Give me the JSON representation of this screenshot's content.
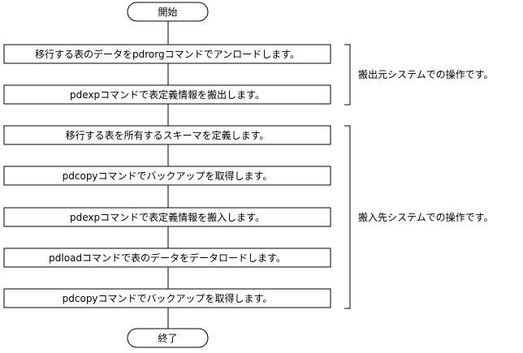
{
  "flow": {
    "start": "開始",
    "end": "終了",
    "steps": [
      "移行する表のデータをpdrorgコマンドでアンロードします。",
      "pdexpコマンドで表定義情報を搬出します。",
      "移行する表を所有するスキーマを定義します。",
      "pdcopyコマンドでバックアップを取得します。",
      "pdexpコマンドで表定義情報を搬入します。",
      "pdloadコマンドで表のデータをデータロードします。",
      "pdcopyコマンドでバックアップを取得します。"
    ]
  },
  "groups": {
    "source": "搬出元システムでの操作です。",
    "target": "搬入先システムでの操作です。"
  }
}
